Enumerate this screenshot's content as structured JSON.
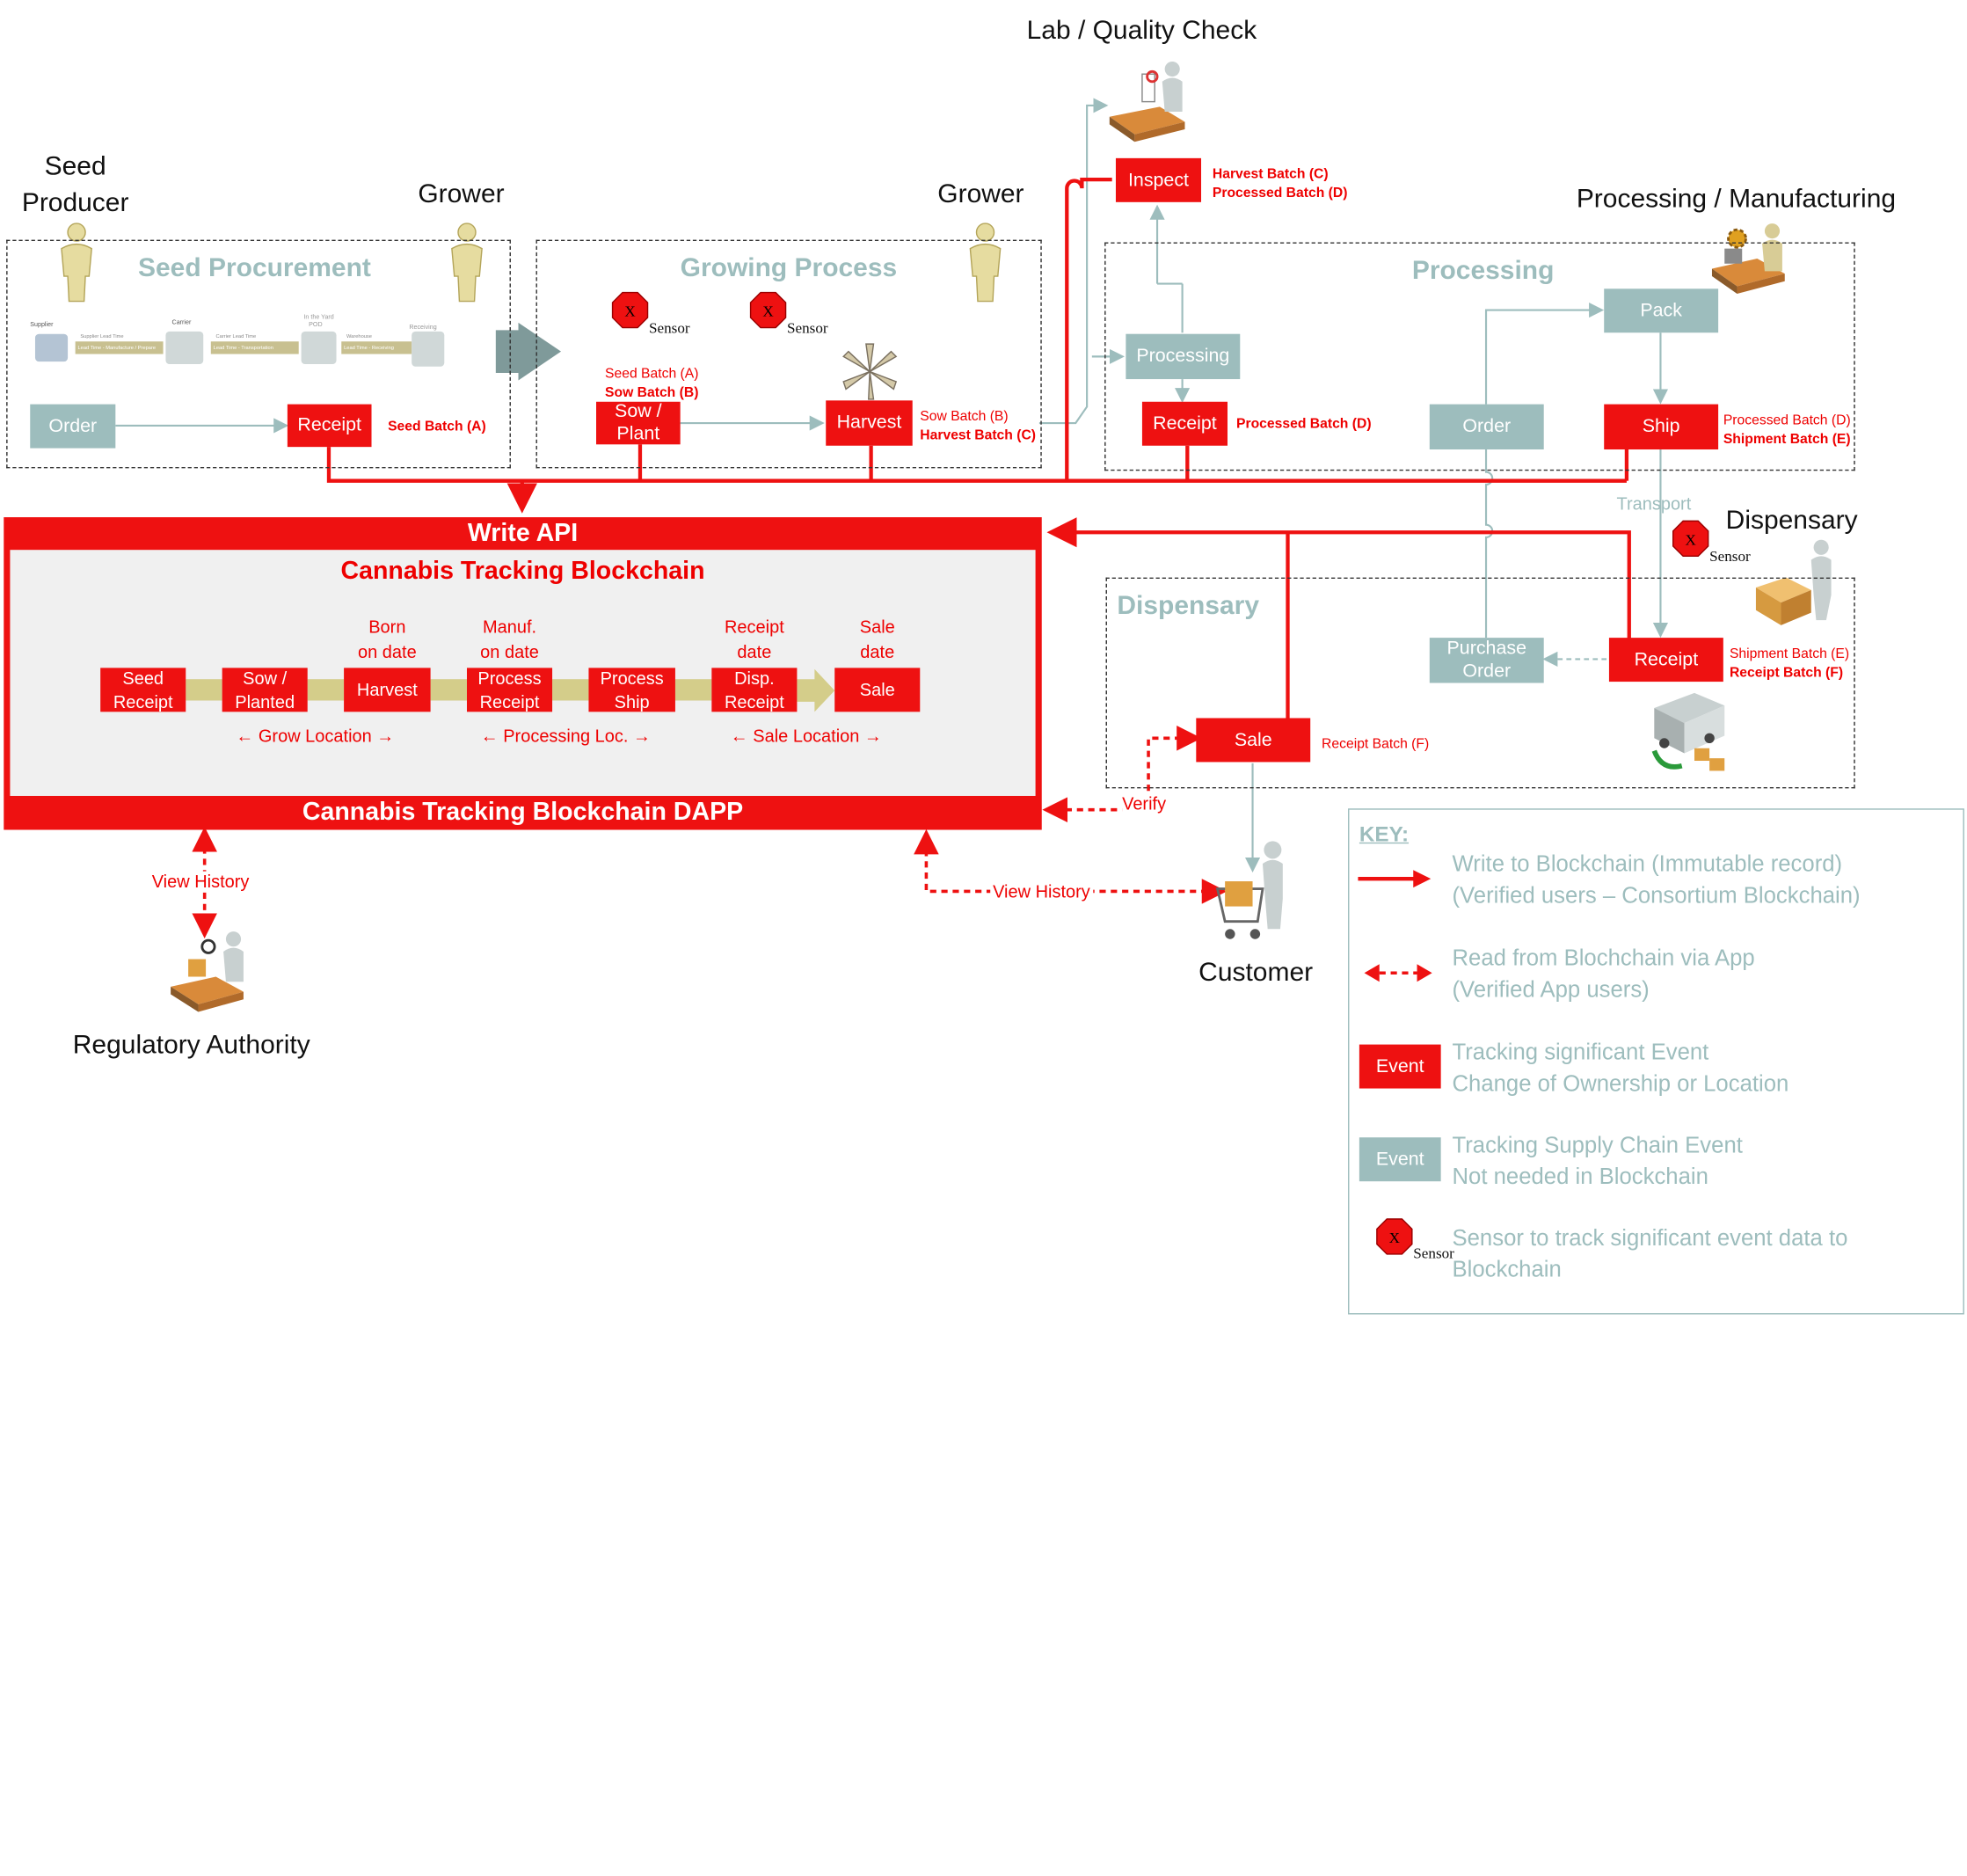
{
  "actors": {
    "seed_producer": "Seed\nProducer",
    "grower_1": "Grower",
    "grower_2": "Grower",
    "lab": "Lab / Quality Check",
    "processing_manufacturing": "Processing / Manufacturing",
    "dispensary": "Dispensary",
    "customer": "Customer",
    "regulatory": "Regulatory Authority"
  },
  "sections": {
    "seed_procurement": "Seed Procurement",
    "growing_process": "Growing Process",
    "processing": "Processing",
    "dispensary": "Dispensary"
  },
  "sensor_label": "Sensor",
  "sensor_glyph": "X",
  "events": {
    "order_seed": "Order",
    "receipt_seed": "Receipt",
    "sow_plant": "Sow /\nPlant",
    "harvest": "Harvest",
    "inspect": "Inspect",
    "processing_lab": "Processing",
    "receipt_proc": "Receipt",
    "order_proc": "Order",
    "pack": "Pack",
    "ship": "Ship",
    "receipt_disp": "Receipt",
    "purchase_order": "Purchase\nOrder",
    "sale": "Sale"
  },
  "batch_labels": {
    "seed_receipt": "Seed Batch (A)",
    "sow_line1": "Seed Batch (A)",
    "sow_line2": "Sow Batch (B)",
    "harvest_line1": "Sow Batch (B)",
    "harvest_line2": "Harvest Batch (C)",
    "inspect_line1": "Harvest Batch (C)",
    "inspect_line2": "Processed Batch (D)",
    "proc_receipt": "Processed Batch (D)",
    "ship_line1": "Processed Batch (D)",
    "ship_line2": "Shipment Batch (E)",
    "disp_line1": "Shipment Batch (E)",
    "disp_line2": "Receipt Batch (F)",
    "sale": "Receipt Batch (F)"
  },
  "mini_flow": {
    "supplier": "Supplier",
    "carrier": "Carrier",
    "in_the_yard": "In the Yard",
    "pod": "POD",
    "receiving": "Receiving",
    "bar1_top": "Supplier Lead Time",
    "bar1_bottom": "Lead Time - Manufacture / Prepare",
    "bar2_top": "Carrier Lead Time",
    "bar2_bottom": "Lead Time - Transportation",
    "bar3_top": "Warehouse",
    "bar3_bottom": "Lead Time - Receiving"
  },
  "transport": "Transport",
  "blockchain": {
    "write_api": "Write API",
    "title": "Cannabis Tracking Blockchain",
    "dapp": "Cannabis Tracking Blockchain DAPP",
    "events": [
      "Seed\nReceipt",
      "Sow /\nPlanted",
      "Harvest",
      "Process\nReceipt",
      "Process\nShip",
      "Disp.\nReceipt",
      "Sale"
    ],
    "dates": [
      "",
      "",
      "Born\non date",
      "Manuf.\non date",
      "",
      "Receipt\ndate",
      "Sale\ndate"
    ],
    "locations": [
      "← Grow Location →",
      "← Processing  Loc. →",
      "← Sale  Location →"
    ]
  },
  "links": {
    "verify": "Verify",
    "view_history_1": "View History",
    "view_history_2": "View History"
  },
  "key": {
    "title": "KEY:",
    "write": "Write to Blockchain (Immutable record)\n(Verified users – Consortium Blockchain)",
    "read": "Read from Blochchain via App\n(Verified App users)",
    "event_label": "Event",
    "event_red_desc": "Tracking significant Event\nChange of Ownership or Location",
    "event_gray_desc": "Tracking Supply Chain Event\nNot needed in Blockchain",
    "sensor_desc": "Sensor to track significant event data to\nBlockchain"
  },
  "colors": {
    "red": "#ee1111",
    "teal": "#9dbdbd",
    "connector": "#d4cd8a"
  }
}
